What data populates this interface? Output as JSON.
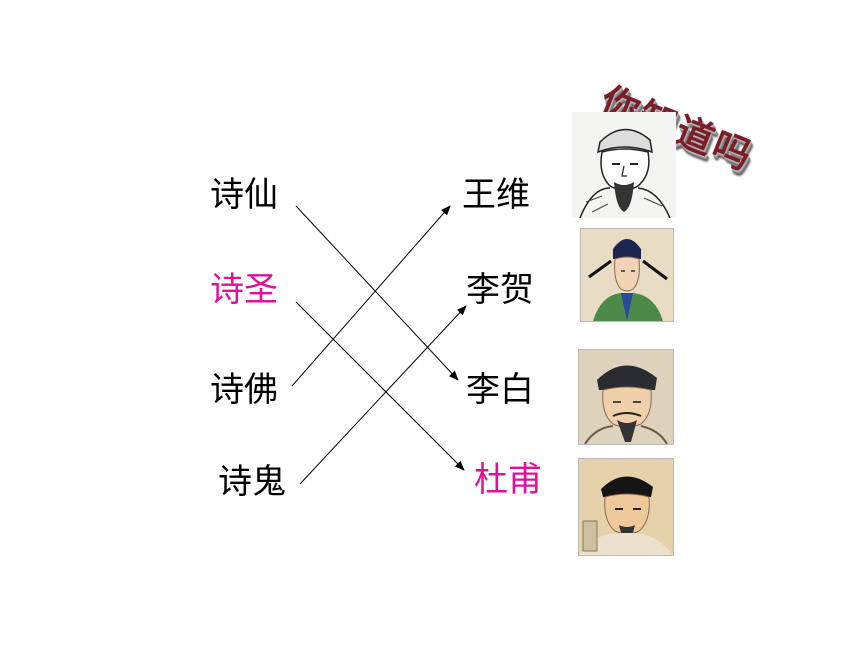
{
  "badge": {
    "text": "你知道吗"
  },
  "left_items": [
    {
      "label": "诗仙",
      "highlight": false
    },
    {
      "label": "诗圣",
      "highlight": true
    },
    {
      "label": "诗佛",
      "highlight": false
    },
    {
      "label": "诗鬼",
      "highlight": false
    }
  ],
  "right_items": [
    {
      "label": "王维",
      "highlight": false
    },
    {
      "label": "李贺",
      "highlight": false
    },
    {
      "label": "李白",
      "highlight": false
    },
    {
      "label": "杜甫",
      "highlight": true
    }
  ],
  "colors": {
    "highlight": "#e0109a",
    "text": "#000000"
  }
}
